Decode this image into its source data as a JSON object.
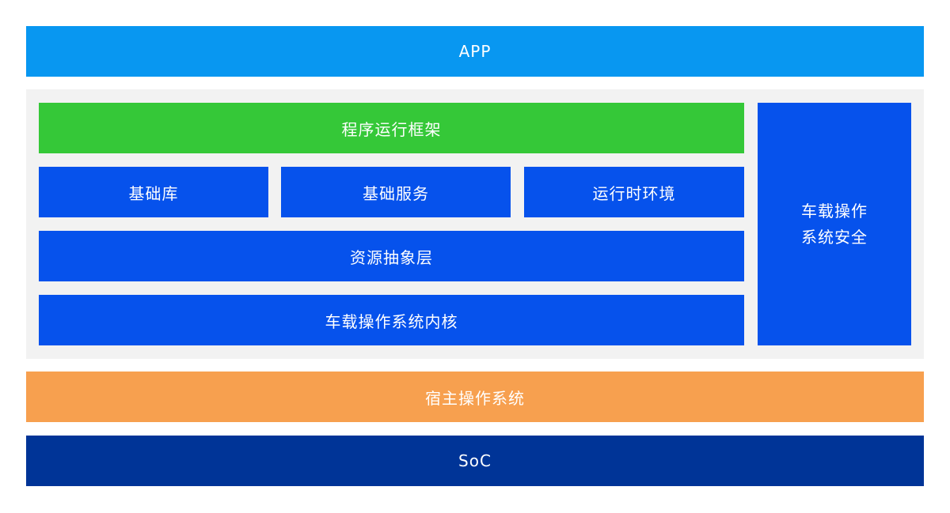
{
  "layers": {
    "app": "APP",
    "framework": "程序运行框架",
    "base_library": "基础库",
    "base_services": "基础服务",
    "runtime_env": "运行时环境",
    "resource_abstraction": "资源抽象层",
    "vehicle_os_kernel": "车载操作系统内核",
    "vehicle_os_security_line1": "车载操作",
    "vehicle_os_security_line2": "系统安全",
    "host_os": "宿主操作系统",
    "soc": "SoC"
  },
  "colors": {
    "app": "#0897f1",
    "panel_bg": "#f2f2f2",
    "framework": "#35c838",
    "blue_block": "#0652ec",
    "host_os": "#f7a04f",
    "soc": "#003497",
    "text": "#ffffff"
  }
}
